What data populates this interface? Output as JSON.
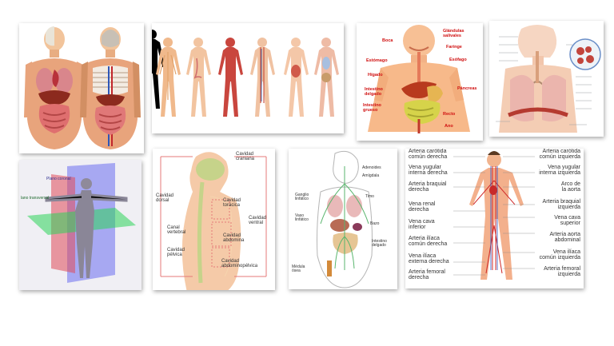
{
  "tile3": {
    "labels": {
      "boca": "Boca",
      "glandulas": "Glándulas\nsalivales",
      "faringe": "Faringe",
      "esofago": "Esófago",
      "estomago": "Estómago",
      "higado": "Hígado",
      "intestino_delgado": "Intestino\ndelgado",
      "intestino_grueso": "Intestino\ngrueso",
      "pancreas": "Páncreas",
      "recto": "Recto",
      "ano": "Ano"
    }
  },
  "tile5": {
    "labels": {
      "plano_coronal": "Plano coronal",
      "plano_transversal": "lano transversal"
    }
  },
  "tile6": {
    "labels": {
      "cavidad_craneana": "Cavidad\ncraniana",
      "cavidad_dorsal": "Cavidad\ndorsal",
      "cavidad_toracica": "Cavidad\ntorácica",
      "canal_vertebral": "Canal\nvertebral",
      "cavidad_ventral": "Cavidad\nventral",
      "cavidad_abdomina": "Cavidad\nabdomina",
      "cavidad_pelvica": "Cavidad\npélvica",
      "cavidad_abdominopelvica": "Cavidad\nabdominopélvica"
    }
  },
  "tile7": {
    "labels": {
      "adenoides": "Adenoides",
      "amigdala": "Amígdala",
      "timo": "Timo",
      "ganglio": "Ganglio\nlinfático",
      "vaso": "Vaso\nlinfático",
      "bazo": "Bazo",
      "intestino": "Intestino\ndelgado",
      "medula": "Médula\nósea"
    }
  },
  "tile8": {
    "left_labels": [
      "Arteria carótida\ncomún derecha",
      "Vena yugular\ninterna derecha",
      "Arteria braquial\nderecha",
      "Vena renal\nderecha",
      "Vena cava\ninferior",
      "Arteria ilíaca\ncomún derecha",
      "Vena ilíaca\nexterna derecha",
      "Arteria femoral\nderecha"
    ],
    "right_labels": [
      "Arteria carótida\ncomún izquierda",
      "Vena yugular\ninterna izquierda",
      "Arco de\nla aorta",
      "Arteria braquial\nizquierda",
      "Vena cava\nsuperior",
      "Arteria aorta\nabdominal",
      "Vena ilíaca\ncomún izquierda",
      "Arteria femoral\nizquierda"
    ]
  }
}
